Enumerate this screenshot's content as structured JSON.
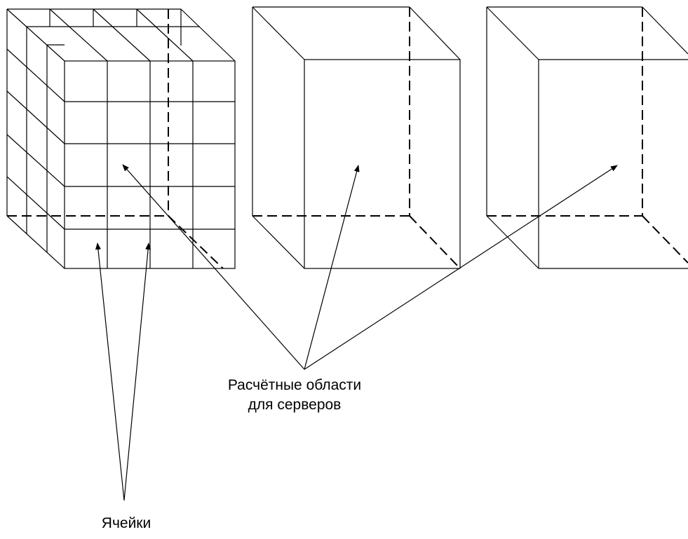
{
  "labels": {
    "computational_regions_line1": "Расчётные области",
    "computational_regions_line2": "для серверов",
    "cells": "Ячейки"
  },
  "colors": {
    "stroke": "#000000",
    "background": "#ffffff"
  }
}
